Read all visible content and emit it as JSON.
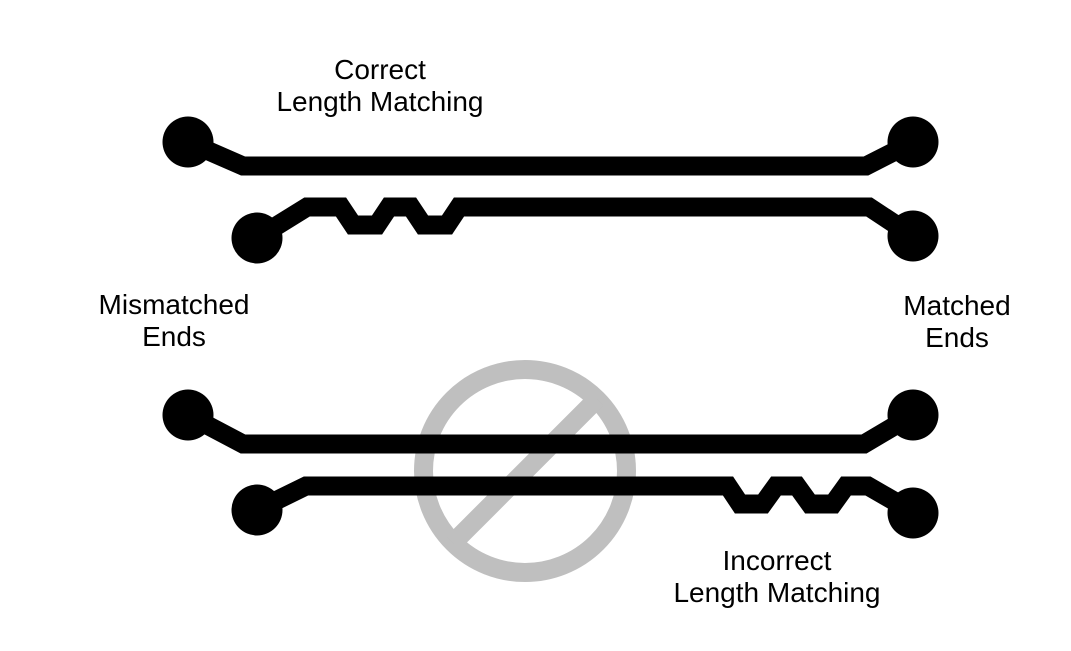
{
  "colors": {
    "trace": "#000000",
    "text": "#000000",
    "prohibition": "#bfbfbf",
    "background": "#ffffff"
  },
  "labels": {
    "correct": {
      "line1": "Correct",
      "line2": "Length Matching"
    },
    "incorrect": {
      "line1": "Incorrect",
      "line2": "Length Matching"
    },
    "mismatched_ends": {
      "line1": "Mismatched",
      "line2": "Ends"
    },
    "matched_ends": {
      "line1": "Matched",
      "line2": "Ends"
    }
  },
  "icons": {
    "prohibition": "prohibition-circle-slash"
  }
}
